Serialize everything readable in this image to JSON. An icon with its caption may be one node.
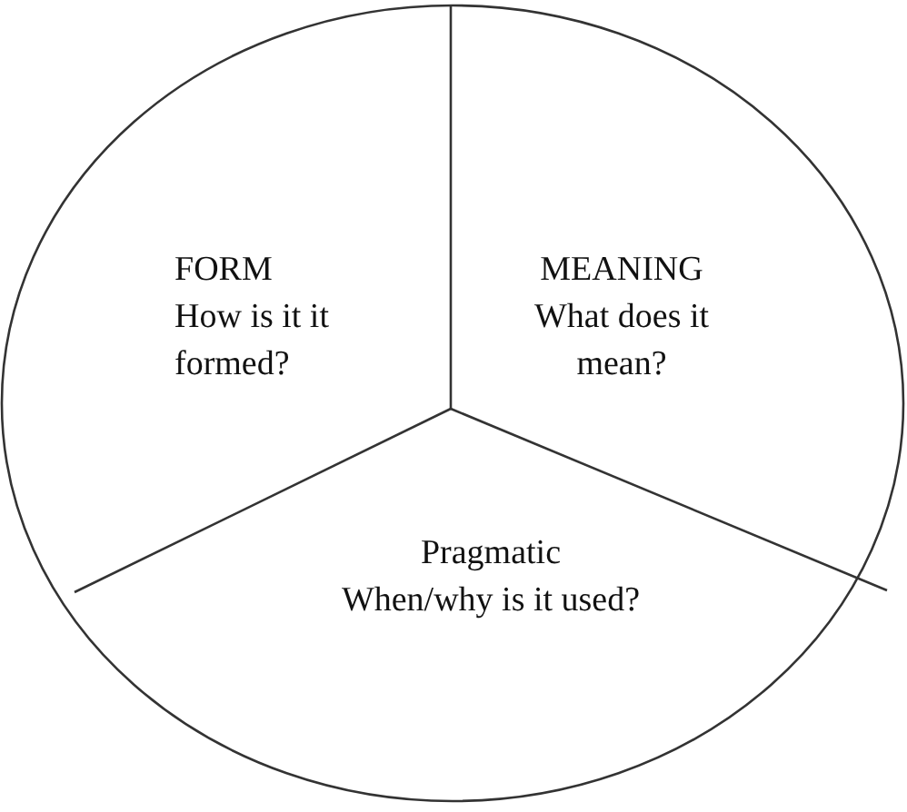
{
  "diagram": {
    "nodes": [
      {
        "text": [
          "FORM",
          "How is it it formed?"
        ]
      },
      {
        "text": [
          "MEANING",
          "What does it mean?"
        ]
      },
      {
        "text": [
          "Pragmatic",
          "When/why is it used?"
        ]
      }
    ]
  }
}
